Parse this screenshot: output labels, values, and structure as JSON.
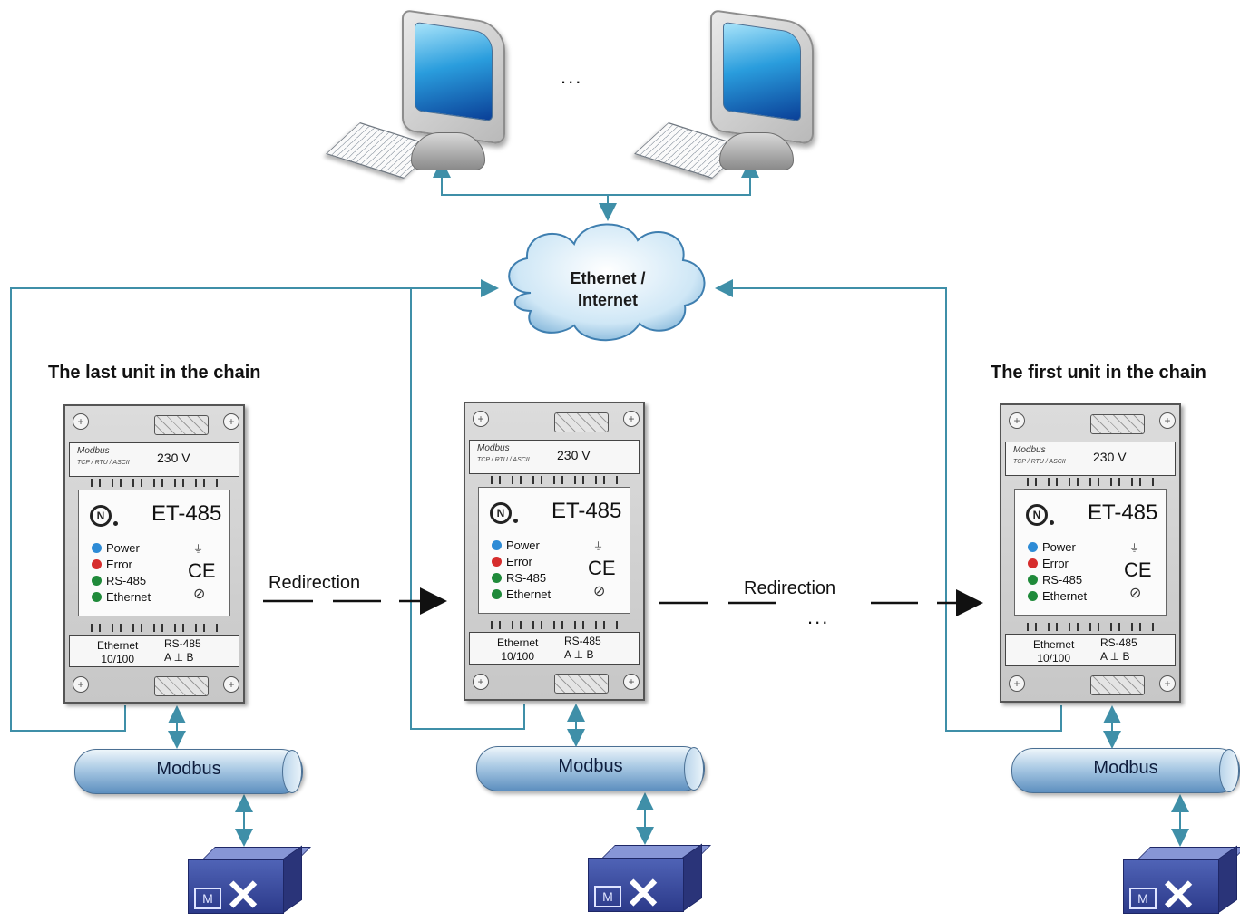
{
  "cloud": {
    "line1": "Ethernet /",
    "line2": "Internet"
  },
  "labels": {
    "last_unit": "The last unit in the chain",
    "first_unit": "The first unit in the chain",
    "redirection": "Redirection",
    "ellipsis": "..."
  },
  "device": {
    "modbus_brand": "Modbus",
    "modbus_protocols": "TCP / RTU / ASCII",
    "voltage": "230 V",
    "model": "ET-485",
    "led_power": "Power",
    "led_error": "Error",
    "led_rs485": "RS-485",
    "led_ethernet": "Ethernet",
    "cert_mark": "CE",
    "port_ethernet": "Ethernet",
    "port_speed": "10/100",
    "port_rs485": "RS-485",
    "port_pins": "A  ⊥  B"
  },
  "bus_label": "Modbus",
  "switch_label": "M",
  "colors": {
    "connector": "#3f8fa8",
    "led_power": "#2d8bd6",
    "led_error": "#d62d2d",
    "led_rs485": "#1f8a3a",
    "led_ethernet": "#1f8a3a"
  }
}
